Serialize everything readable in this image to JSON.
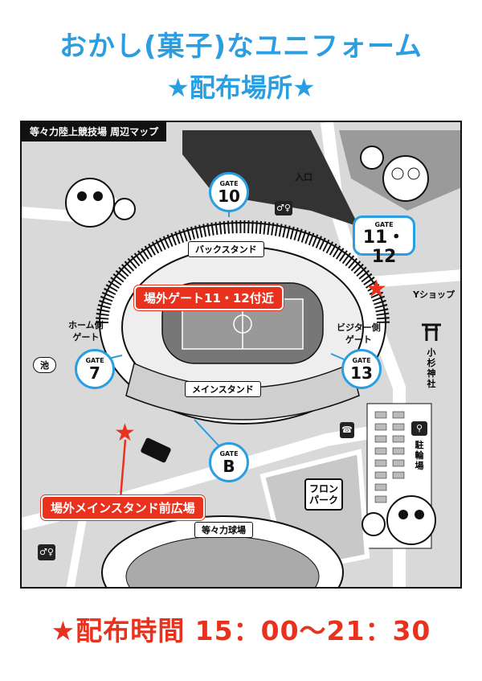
{
  "header": {
    "title_line1": "おかし(菓子)なユニフォーム",
    "title_line2": "★配布場所★"
  },
  "map": {
    "title": "等々力陸上競技場 周辺マップ",
    "back_stand": "バックスタンド",
    "main_stand": "メインスタンド",
    "entrance": "入口",
    "home_gate": "ホーム側\nゲート",
    "visitor_gate": "ビジター側\nゲート",
    "pond": "池",
    "y_shop": "Yショップ",
    "shrine": "小杉神社",
    "parking": "駐輪場",
    "fronpark": "フロン\nパーク",
    "baseball": "等々力球場",
    "gates": {
      "gate_word": "GATE",
      "g10": "10",
      "g11_12": "11・12",
      "g7": "7",
      "g13": "13",
      "gB": "B"
    },
    "locations": {
      "outside_gate": "場外ゲート11・12付近",
      "main_plaza": "場外メインスタンド前広場"
    },
    "colors": {
      "accent_blue": "#2a9ee0",
      "marker_red": "#e8321e"
    },
    "icons": [
      "toilet-icon",
      "phone-icon",
      "bicycle-icon",
      "bus-icon",
      "shrine-gate-icon",
      "mascot-icon"
    ]
  },
  "footer": {
    "time": "★配布時間 15：00〜21：30"
  }
}
